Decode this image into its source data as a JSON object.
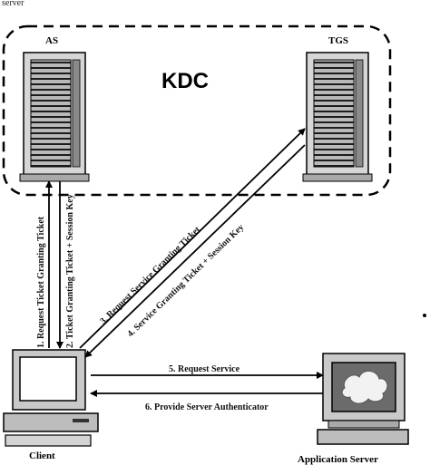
{
  "header_fragment": "server",
  "kdc": {
    "label": "KDC",
    "as_label": "AS",
    "tgs_label": "TGS"
  },
  "nodes": {
    "client_label": "Client",
    "app_server_label": "Application Server"
  },
  "messages": {
    "m1": "1. Request Ticket Granting Ticket",
    "m2": "2. Ticket Granting Ticket + Session Key",
    "m3": "3. Request Service Granting Ticket",
    "m4": "4. Service Granting Ticket + Session Key",
    "m5": "5. Request Service",
    "m6": "6. Provide Server Authenticator"
  }
}
